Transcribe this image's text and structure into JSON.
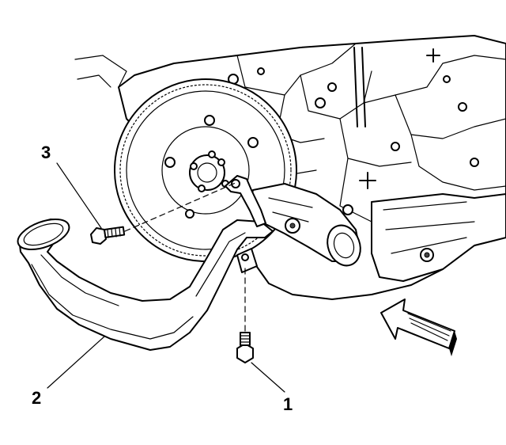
{
  "callouts": [
    {
      "id": "1",
      "label": "1"
    },
    {
      "id": "2",
      "label": "2"
    },
    {
      "id": "3",
      "label": "3"
    }
  ],
  "icons": {
    "engine": "engine-block-illustration",
    "flywheel": "flywheel-illustration",
    "shield": "flywheel-shield-illustration",
    "starter": "starter-motor-illustration",
    "bolt": "bolt-illustration",
    "arrow": "front-direction-arrow"
  },
  "colors": {
    "line": "#000000",
    "background": "#ffffff",
    "shade": "#e6e6e6"
  }
}
